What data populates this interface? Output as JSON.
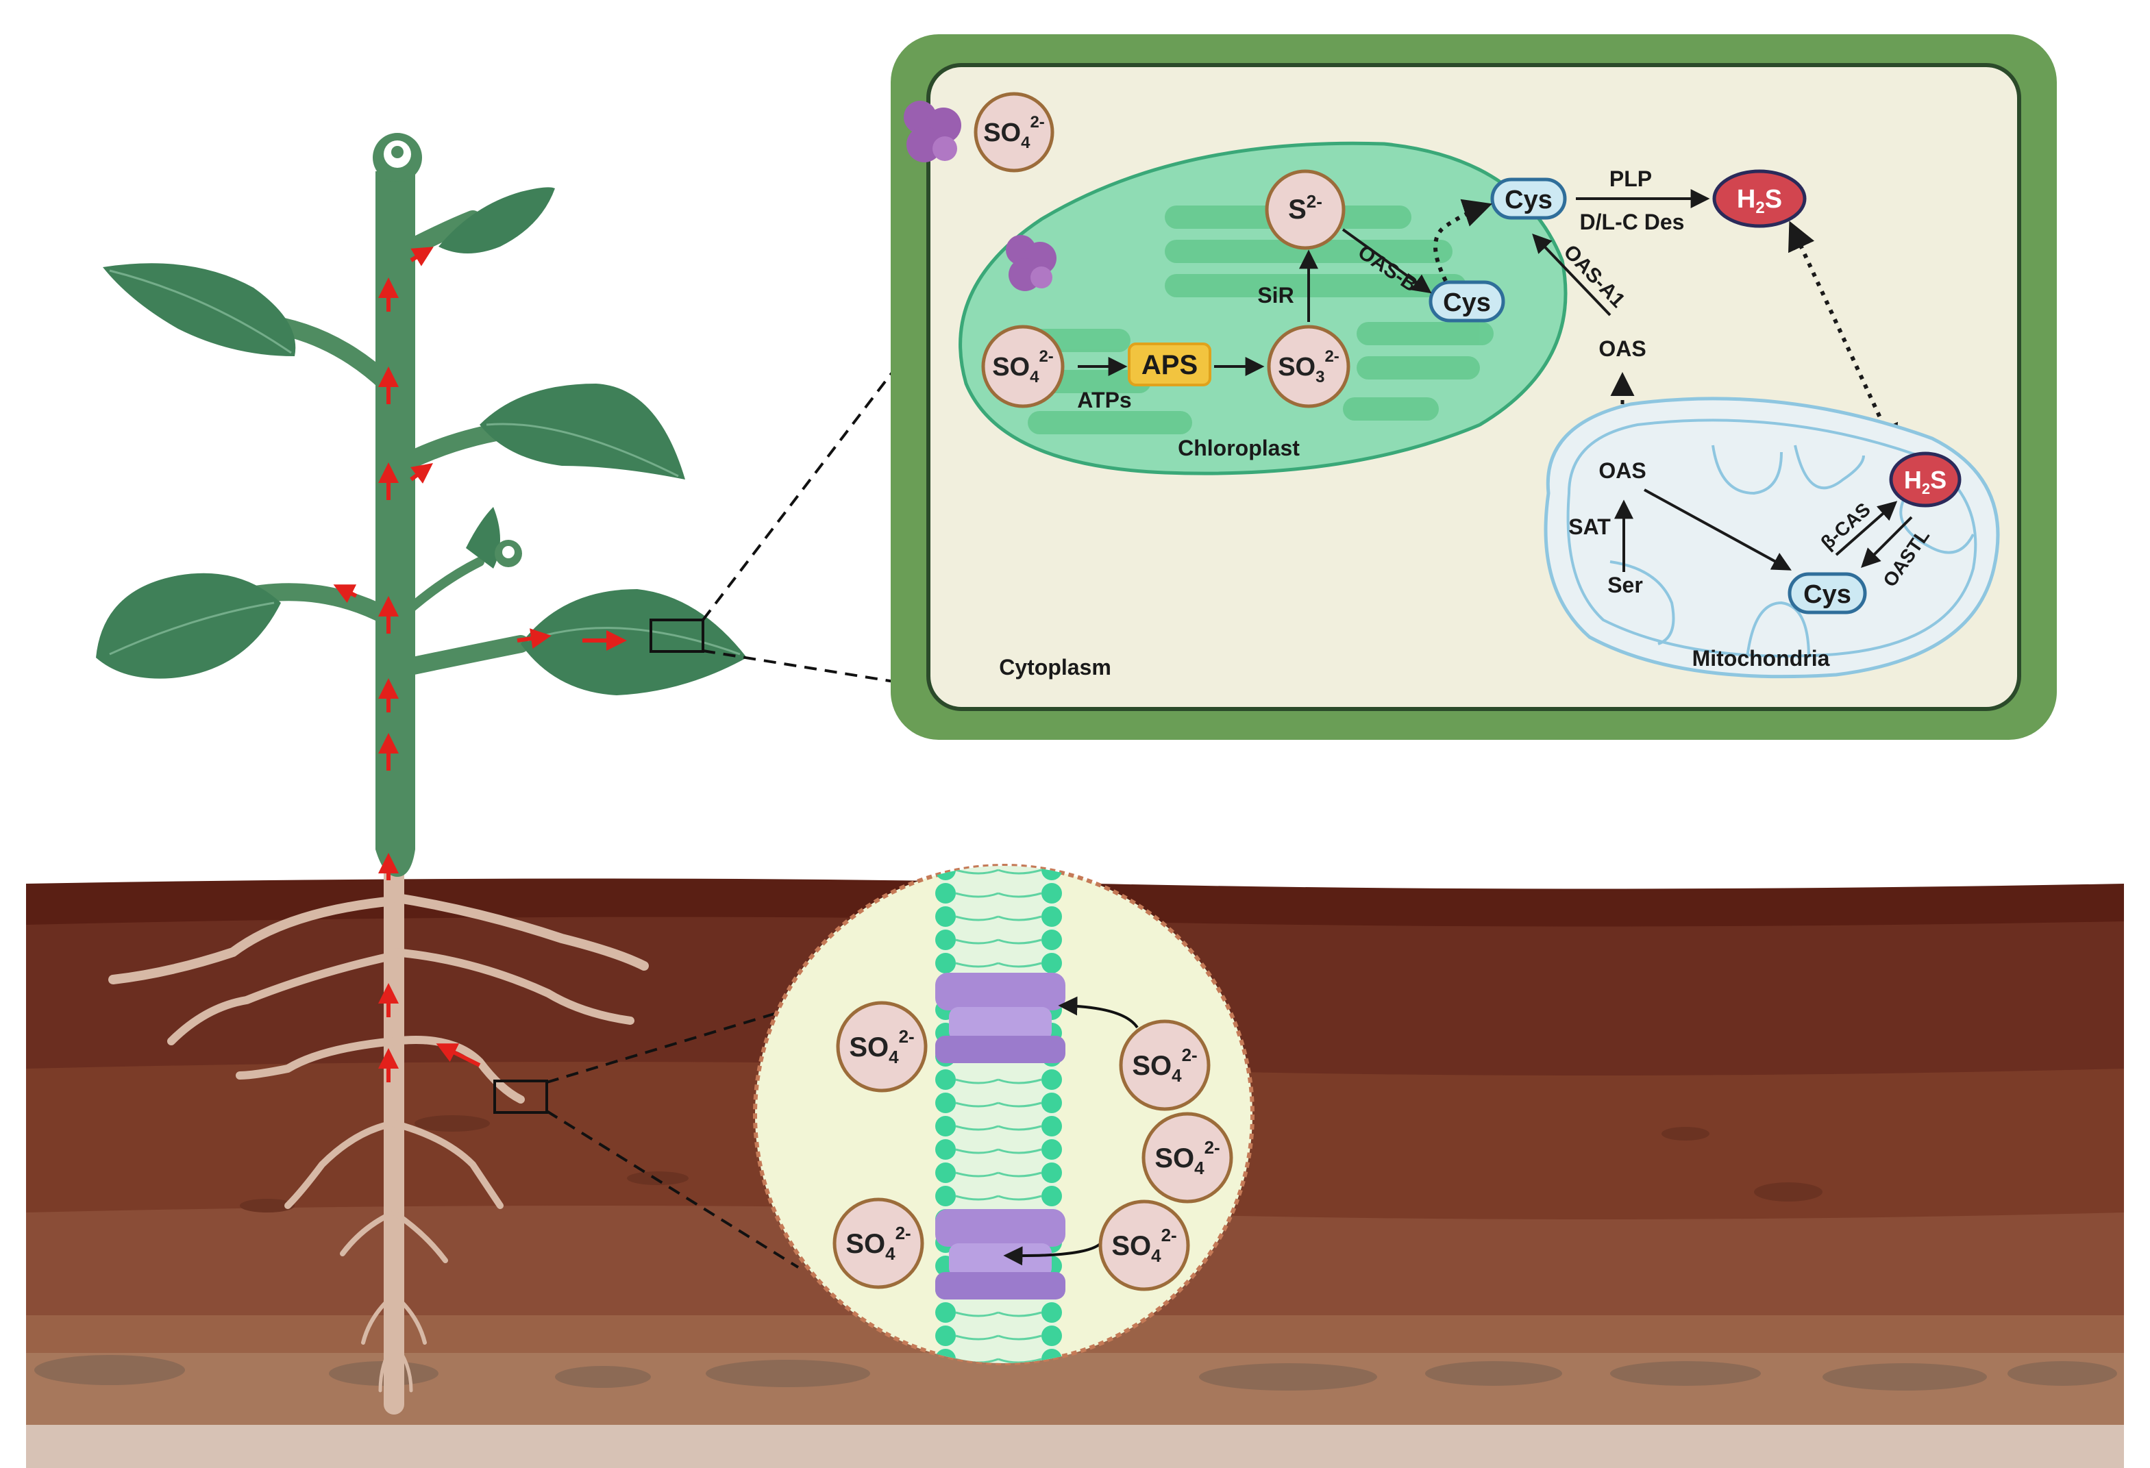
{
  "ions": {
    "sulfate_base": "SO",
    "sulfate_sub": "4",
    "sulfate_sup": "2-",
    "sulfite_base": "SO",
    "sulfite_sub": "3",
    "sulfite_sup": "2-",
    "sulfide_base": "S",
    "sulfide_sup": "2-",
    "h2s_h": "H",
    "h2s_sub": "2",
    "h2s_s": "S",
    "cys": "Cys"
  },
  "labels": {
    "aps": "APS",
    "atps": "ATPs",
    "sir": "SiR",
    "oas_b": "OAS-B",
    "oas_a1": "OAS-A1",
    "oas": "OAS",
    "plp": "PLP",
    "dlc_des": "D/L-C Des",
    "sat": "SAT",
    "ser": "Ser",
    "beta_cas": "β-CAS",
    "oastl": "OASTL",
    "chloroplast": "Chloroplast",
    "mitochondria": "Mitochondria",
    "cytoplasm": "Cytoplasm"
  },
  "colors": {
    "cell_wall": "#6a9e56",
    "cytoplasm": "#f1efdd",
    "chloroplast": "#8fdcb4",
    "thylakoid": "#64c98e",
    "ion_fill": "#ecd3d0",
    "ion_stroke": "#9c6c3a",
    "aps_fill": "#f2c43f",
    "cys_fill": "#cde9f3",
    "cys_stroke": "#2f6e9a",
    "h2s_fill": "#d2454f",
    "stem": "#4f8c61",
    "leaf": "#3f8058",
    "root": "#d7b9a6",
    "membrane": "#3cd39a",
    "transporter": "#a98ad6",
    "soil_top": "#5a1f14",
    "soil_mid": "#6b2e20",
    "soil_low": "#8a4d37",
    "flux_arrow": "#e3201b"
  }
}
